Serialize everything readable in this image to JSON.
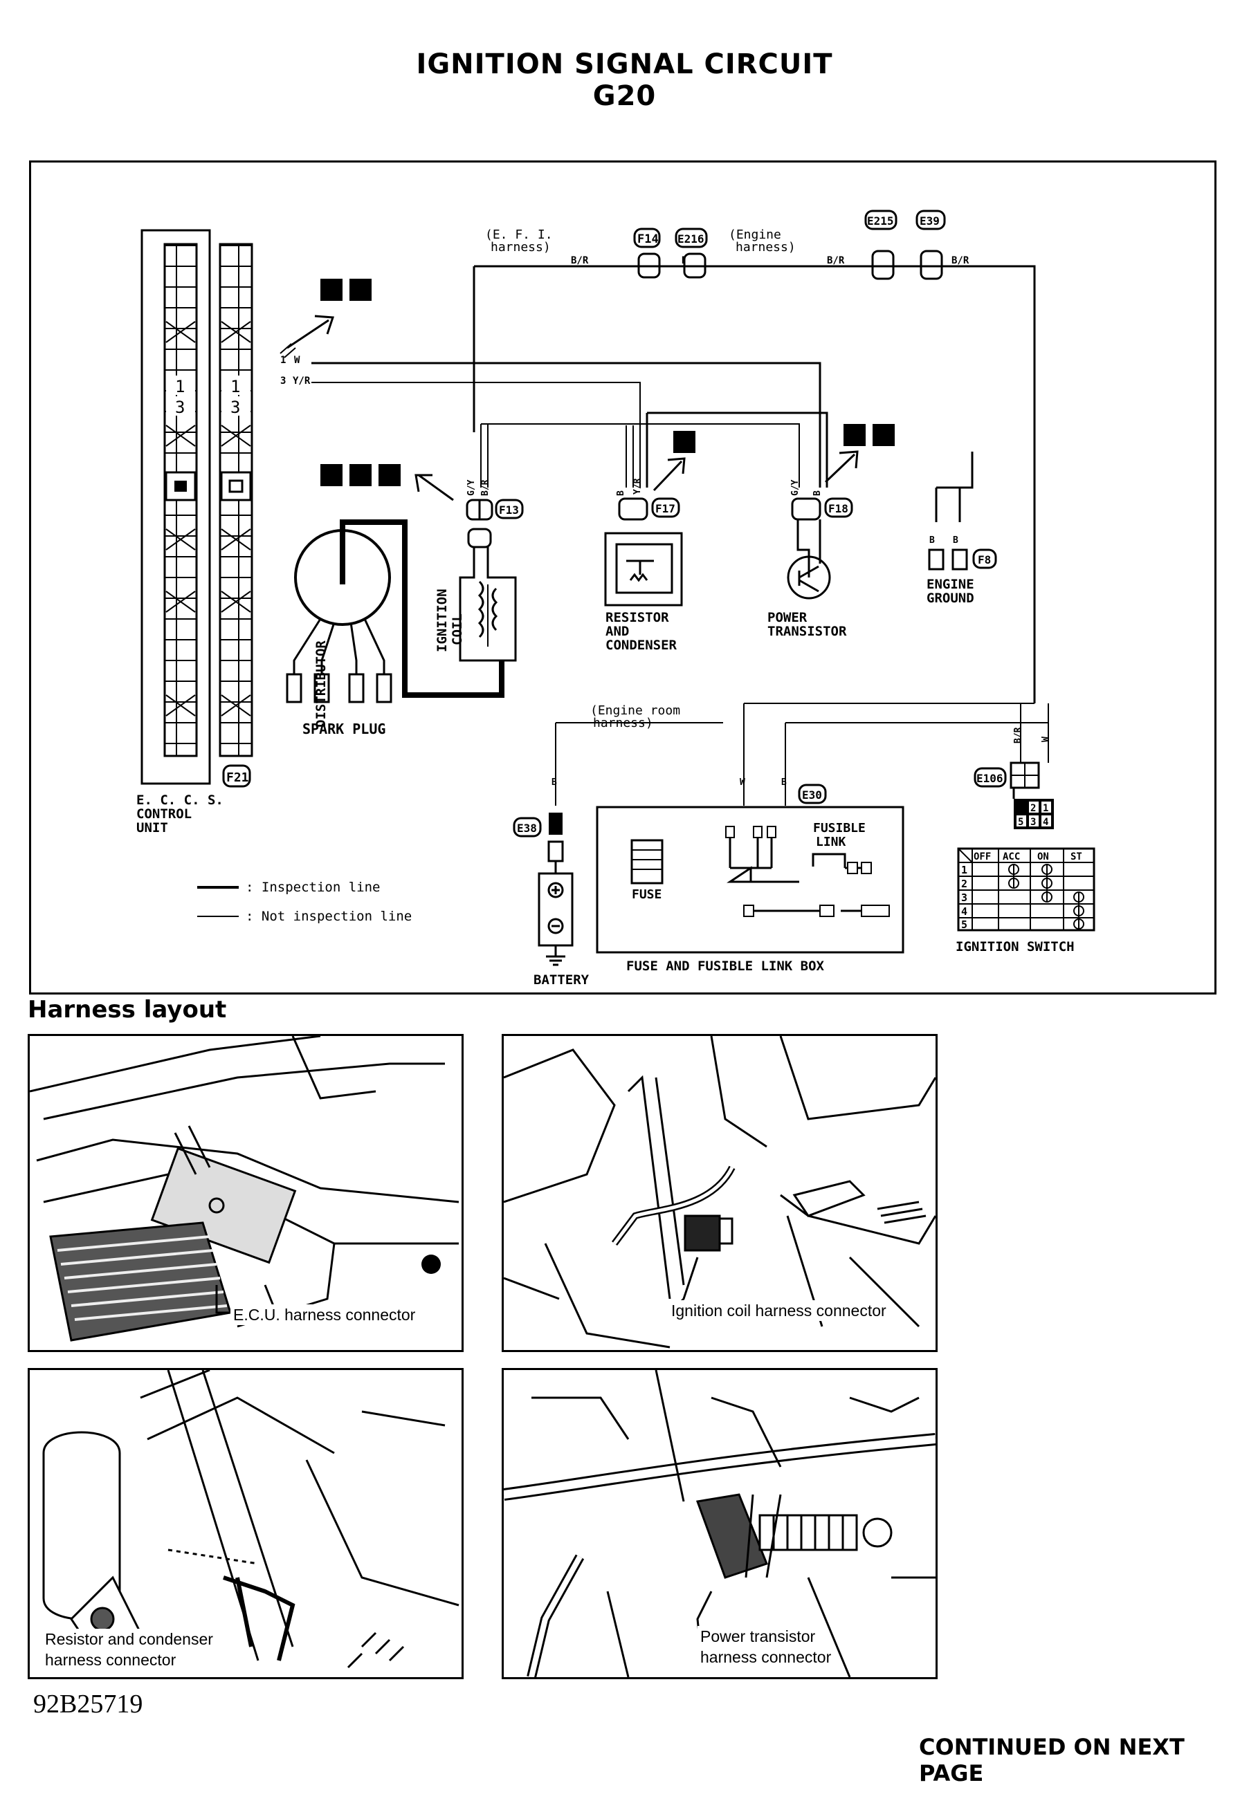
{
  "title": {
    "line1": "IGNITION SIGNAL CIRCUIT",
    "line2": "G20"
  },
  "connectors": {
    "f14": "F14",
    "e216": "E216",
    "e215": "E215",
    "e39": "E39",
    "f13": "F13",
    "f17": "F17",
    "f18": "F18",
    "f8": "F8",
    "f21": "F21",
    "e106": "E106",
    "e30": "E30",
    "e38": "E38"
  },
  "harness_labels": {
    "efi": [
      "(E. F. I.",
      "harness)"
    ],
    "engine": [
      "(Engine",
      "harness)"
    ],
    "engine_room": [
      "(Engine room",
      "harness)"
    ]
  },
  "wire_codes": {
    "br": "B/R",
    "w": "W",
    "yr": "Y/R",
    "gy": "G/Y",
    "b": "B"
  },
  "pin_labels": {
    "one": "1",
    "three": "3"
  },
  "pins": {
    "ecu_1": "1",
    "ecu_3": "3"
  },
  "components": {
    "ecu": [
      "E. C. C. S.",
      "CONTROL",
      "UNIT"
    ],
    "distributor": "DISTRIBUTOR",
    "spark_plug": "SPARK PLUG",
    "ignition_coil": [
      "IGNITION",
      "COIL"
    ],
    "resistor": [
      "RESISTOR",
      "AND",
      "CONDENSER"
    ],
    "power_transistor": [
      "POWER",
      "TRANSISTOR"
    ],
    "engine_ground": [
      "ENGINE",
      "GROUND"
    ],
    "battery": "BATTERY",
    "fuse": "FUSE",
    "fusible_link": [
      "FUSIBLE",
      "LINK"
    ],
    "fuse_box": "FUSE AND FUSIBLE LINK BOX",
    "ignition_switch": "IGNITION SWITCH"
  },
  "legend": {
    "inspection": ": Inspection line",
    "not_inspection": ": Not inspection line"
  },
  "switch_table": {
    "headers": [
      "OFF",
      "ACC",
      "ON",
      "ST"
    ],
    "rows": [
      "1",
      "2",
      "3",
      "4",
      "5"
    ],
    "connector_pins_top": [
      "2",
      "1"
    ],
    "connector_pins_bottom": [
      "5",
      "3",
      "4"
    ]
  },
  "section_title": "Harness layout",
  "photos": {
    "p1": "E.C.U. harness connector",
    "p2": "Ignition coil harness connector",
    "p3": [
      "Resistor and condenser",
      "harness connector"
    ],
    "p4": [
      "Power transistor",
      "harness connector"
    ]
  },
  "figure_id": "92B25719",
  "footer": "CONTINUED ON NEXT PAGE"
}
